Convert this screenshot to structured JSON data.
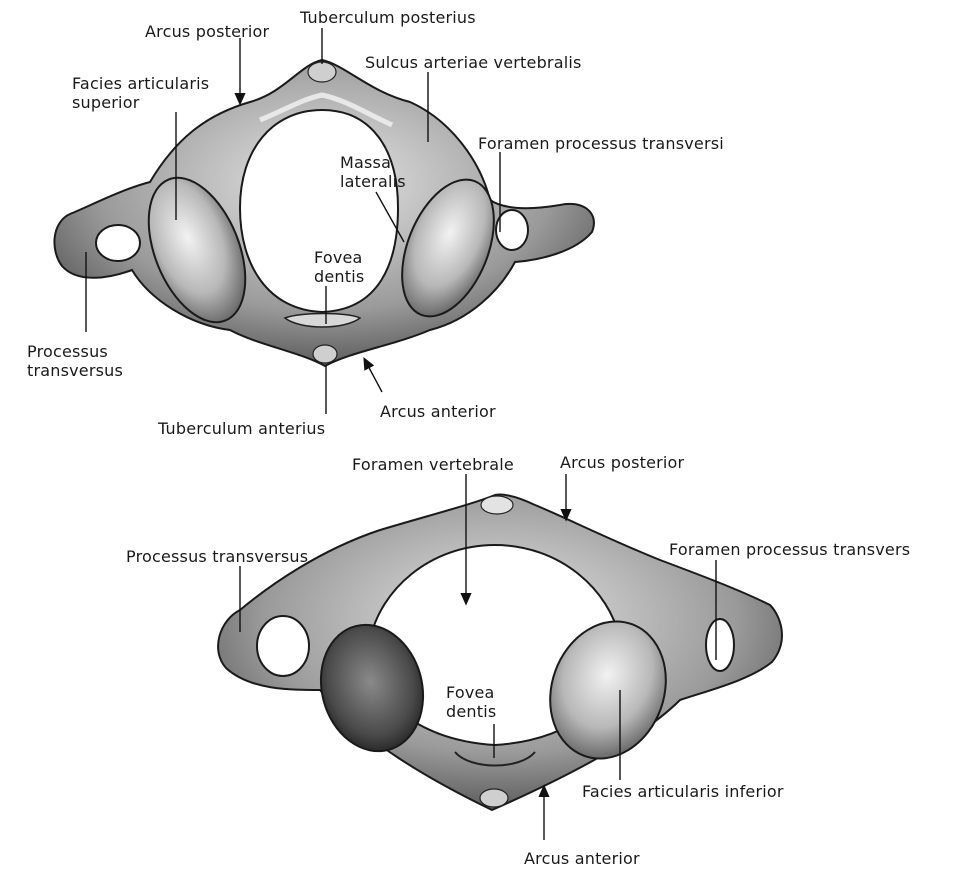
{
  "top_view": {
    "labels": {
      "arcus_posterior": "Arcus posterior",
      "tuberculum_posterius": "Tuberculum posterius",
      "sulcus_arteriae_vertebralis": "Sulcus arteriae vertebralis",
      "facies_articularis_superior": [
        "Facies articularis",
        "superior"
      ],
      "foramen_processus_transversi": "Foramen processus transversi",
      "massa_lateralis": [
        "Massa",
        "lateralis"
      ],
      "fovea_dentis": [
        "Fovea",
        "dentis"
      ],
      "processus_transversus": [
        "Processus",
        "transversus"
      ],
      "tuberculum_anterius": "Tuberculum anterius",
      "arcus_anterior": "Arcus anterior"
    }
  },
  "bottom_view": {
    "labels": {
      "foramen_vertebrale": "Foramen vertebrale",
      "arcus_posterior": "Arcus posterior",
      "processus_transversus": "Processus transversus",
      "foramen_processus_transvers": "Foramen processus transvers",
      "fovea_dentis": [
        "Fovea",
        "dentis"
      ],
      "facies_articularis_inferior": "Facies articularis inferior",
      "arcus_anterior": "Arcus anterior"
    }
  }
}
